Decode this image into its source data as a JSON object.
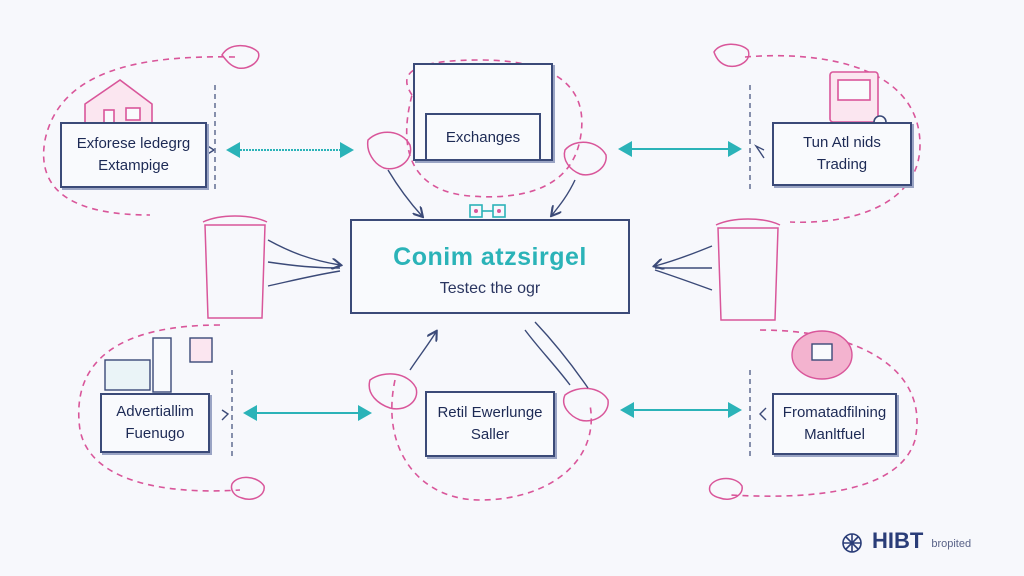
{
  "center": {
    "title": "Conim atzsirgel",
    "subtitle": "Testec the ogr"
  },
  "nodes": {
    "top_left": {
      "line1": "Exforese ledegrg",
      "line2": "Extampige"
    },
    "top_center": {
      "line1": "Exchanges"
    },
    "top_right": {
      "line1": "Tun Atl nids",
      "line2": "Trading"
    },
    "bottom_left": {
      "line1": "Advertiallim",
      "line2": "Fuenugo"
    },
    "bottom_center": {
      "line1": "Retil Ewerlunge",
      "line2": "Saller"
    },
    "bottom_right": {
      "line1": "Fromatadfilning",
      "line2": "Manltfuel"
    }
  },
  "brand": {
    "name": "HIBT",
    "tagline": "bropited"
  },
  "colors": {
    "teal": "#2bb3b8",
    "pink": "#d9569a",
    "navy": "#3b4a78",
    "background": "#f7f8fc"
  }
}
